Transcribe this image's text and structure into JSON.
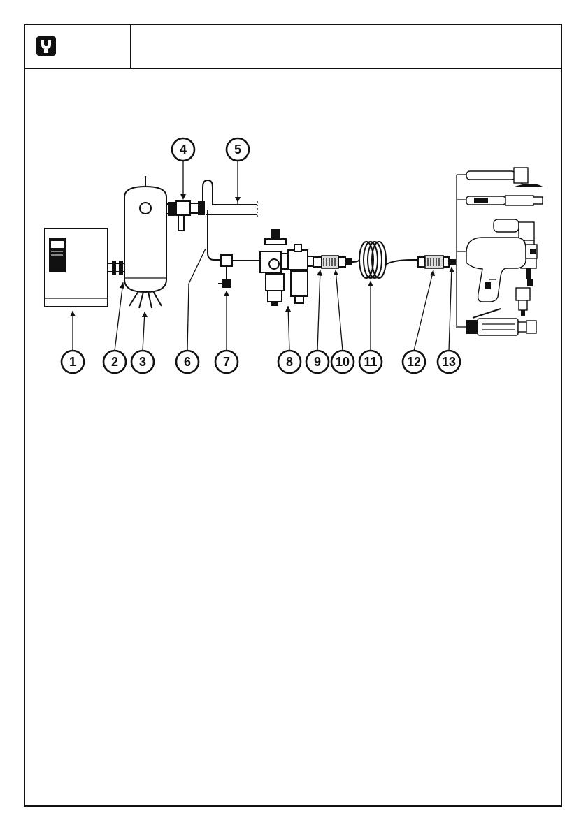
{
  "header": {
    "logo_icon": "wrench-logo-icon",
    "title": ""
  },
  "diagram": {
    "callouts": [
      {
        "id": "1",
        "label": "1"
      },
      {
        "id": "2",
        "label": "2"
      },
      {
        "id": "3",
        "label": "3"
      },
      {
        "id": "4",
        "label": "4"
      },
      {
        "id": "5",
        "label": "5"
      },
      {
        "id": "6",
        "label": "6"
      },
      {
        "id": "7",
        "label": "7"
      },
      {
        "id": "8",
        "label": "8"
      },
      {
        "id": "9",
        "label": "9"
      },
      {
        "id": "10",
        "label": "10"
      },
      {
        "id": "11",
        "label": "11"
      },
      {
        "id": "12",
        "label": "12"
      },
      {
        "id": "13",
        "label": "13"
      }
    ],
    "components": [
      "compressor",
      "air-receiver-tank",
      "tank-legs",
      "shutoff-valve",
      "main-air-line",
      "drop-line",
      "drain-valve",
      "filter-regulator-lubricator",
      "quick-coupler",
      "hose-fitting",
      "coiled-air-hose",
      "tool-coupler",
      "tool-nipple",
      "air-tools"
    ]
  }
}
